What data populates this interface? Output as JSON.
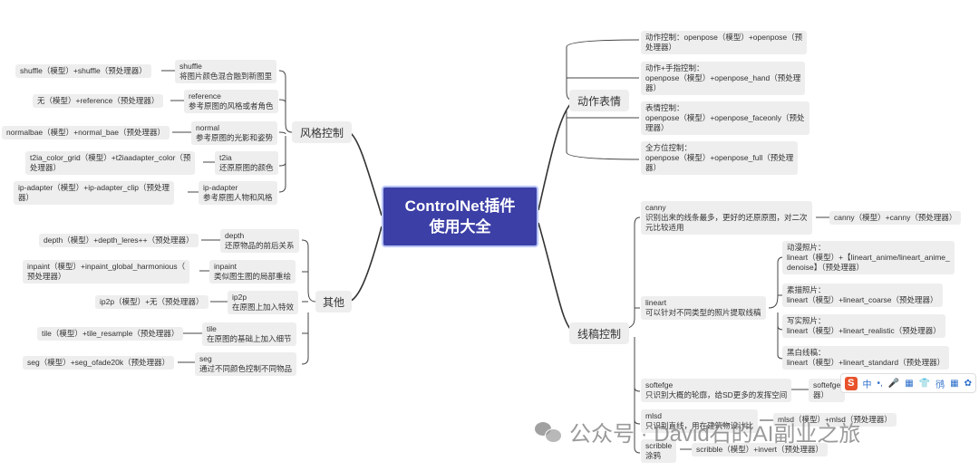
{
  "central": {
    "line1": "ControlNet插件",
    "line2": "使用大全"
  },
  "branches": {
    "style": "风格控制",
    "other": "其他",
    "motion": "动作表情",
    "lineart": "线稿控制"
  },
  "style_items": [
    {
      "name": "shuffle",
      "desc": "将图片颜色混合融到新图里",
      "combo": "shuffle（模型）+shuffle（预处理器）"
    },
    {
      "name": "reference",
      "desc": "参考原图的风格或者角色",
      "combo": "无（模型）+reference（预处理器）"
    },
    {
      "name": "normal",
      "desc": "参考原图的光影和姿势",
      "combo": "normalbae（模型）+normal_bae（预处理器）"
    },
    {
      "name": "t2ia",
      "desc": "还原原图的颜色",
      "combo": [
        "t2ia_color_grid（模型）+t2iaadapter_color（预",
        "处理器）"
      ]
    },
    {
      "name": "ip-adapter",
      "desc": "参考原图人物和风格",
      "combo": [
        "ip-adapter（模型）+ip-adapter_clip（预处理",
        "器）"
      ]
    }
  ],
  "other_items": [
    {
      "name": "depth",
      "desc": "还原物品的前后关系",
      "combo": "depth（模型）+depth_leres++（预处理器）"
    },
    {
      "name": "inpaint",
      "desc": "类似图生图的局部重绘",
      "combo": [
        "inpaint（模型）+inpaint_global_harmonious（",
        "预处理器）"
      ]
    },
    {
      "name": "ip2p",
      "desc": "在原图上加入特效",
      "combo": "ip2p（模型）+无（预处理器）"
    },
    {
      "name": "tile",
      "desc": "在原图的基础上加入细节",
      "combo": "tile（模型）+tile_resample（预处理器）"
    },
    {
      "name": "seg",
      "desc": "通过不同颜色控制不同物品",
      "combo": "seg（模型）+seg_ofade20k（预处理器）"
    }
  ],
  "motion_items": [
    [
      "动作控制：openpose（模型）+openpose（预",
      "处理器）"
    ],
    [
      "动作+手指控制：",
      "openpose（模型）+openpose_hand（预处理",
      "器）"
    ],
    [
      "表情控制：",
      "openpose（模型）+openpose_faceonly（预处",
      "理器）"
    ],
    [
      "全方位控制：",
      "openpose（模型）+openpose_full（预处理",
      "器）"
    ]
  ],
  "lineart": {
    "canny": {
      "desc": [
        "canny",
        "识别出来的线条最多，更好的还原原图，对二次",
        "元比较适用"
      ],
      "combo": "canny（模型）+canny（预处理器）"
    },
    "lineart": {
      "desc": [
        "lineart",
        "可以针对不同类型的照片提取线稿"
      ]
    },
    "lineart_subs": [
      [
        "动漫照片：",
        "lineart（模型）+【lineart_anime/lineart_anime_",
        "denoise】（预处理器）"
      ],
      [
        "素描照片：",
        "lineart（模型）+lineart_coarse（预处理器）"
      ],
      [
        "写实照片：",
        "lineart（模型）+lineart_realistic（预处理器）"
      ],
      [
        "黑白线稿：",
        "lineart（模型）+lineart_standard（预处理器）"
      ]
    ],
    "softedge": {
      "desc": [
        "softefge",
        "只识别大概的轮廓，给SD更多的发挥空间"
      ],
      "combo": [
        "softefge",
        "器）"
      ]
    },
    "mlsd": {
      "desc": [
        "mlsd",
        "只识别直线，用在建筑物设计比"
      ],
      "combo": "mlsd（模型）+mlsd（预处理器）"
    },
    "scribble": {
      "desc": [
        "scribble",
        "涂鸦"
      ],
      "combo": "scribble（模型）+invert（预处理器）"
    }
  },
  "toolbar": {
    "logo": "S",
    "items": [
      "中",
      "•,",
      "🎤",
      "▦",
      "👕",
      "鸻",
      "▦",
      "✿"
    ]
  },
  "watermark": "公众号 · David石的AI副业之旅",
  "colors": {
    "central_bg": "#3c3fa6",
    "node_bg": "#eeeeee",
    "line": "#333333"
  }
}
